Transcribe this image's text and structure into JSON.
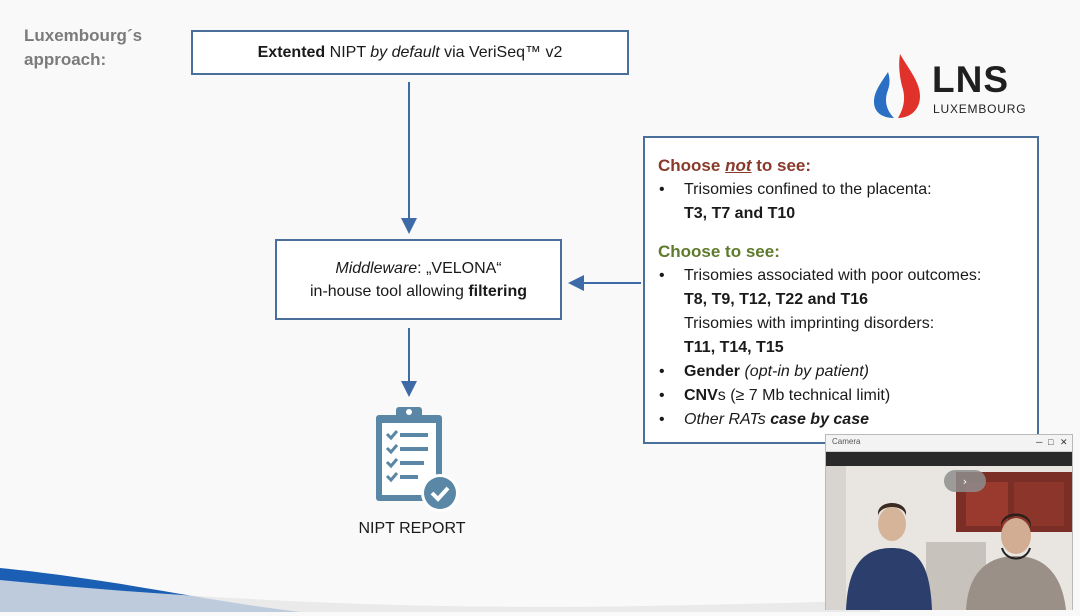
{
  "header": {
    "approach_line1": "Luxembourg´s",
    "approach_line2": "approach:"
  },
  "logo": {
    "name": "LNS",
    "country": "LUXEMBOURG"
  },
  "top_box": {
    "bold": "Extented",
    "text1": " NIPT ",
    "italic": "by default",
    "text2": " via VeriSeq™ v2"
  },
  "middleware": {
    "italic": "Middleware",
    "text1": ": „VELONA“",
    "line2_text": "in-house tool allowing ",
    "line2_bold": "filtering"
  },
  "choose_not": {
    "prefix": "Choose ",
    "emph": "not",
    "suffix": " to see:",
    "item1": "Trisomies confined to the placenta:",
    "item1_detail": "T3, T7 and T10"
  },
  "choose": {
    "heading": "Choose to see:",
    "item1": "Trisomies associated with poor outcomes:",
    "item1_detail": "T8, T9, T12, T22 and T16",
    "item2": "Trisomies with imprinting disorders:",
    "item2_detail": "T11, T14, T15",
    "gender_bold": "Gender",
    "gender_italic": " (opt-in by patient)",
    "cnv_bold": "CNV",
    "cnv_text": "s (≥ 7 Mb technical limit)",
    "other_italic": "Other RATs ",
    "other_bold_italic": "case by case"
  },
  "report": {
    "label": "NIPT REPORT"
  },
  "camera": {
    "title": "Camera"
  },
  "colors": {
    "box_border": "#4a6f9a",
    "arrow": "#3f6aa8",
    "red_heading": "#8a3a2a",
    "green_heading": "#5e7a2c",
    "logo_red": "#e0312b",
    "logo_blue": "#2a6fc4",
    "report_icon": "#5a87a6"
  }
}
